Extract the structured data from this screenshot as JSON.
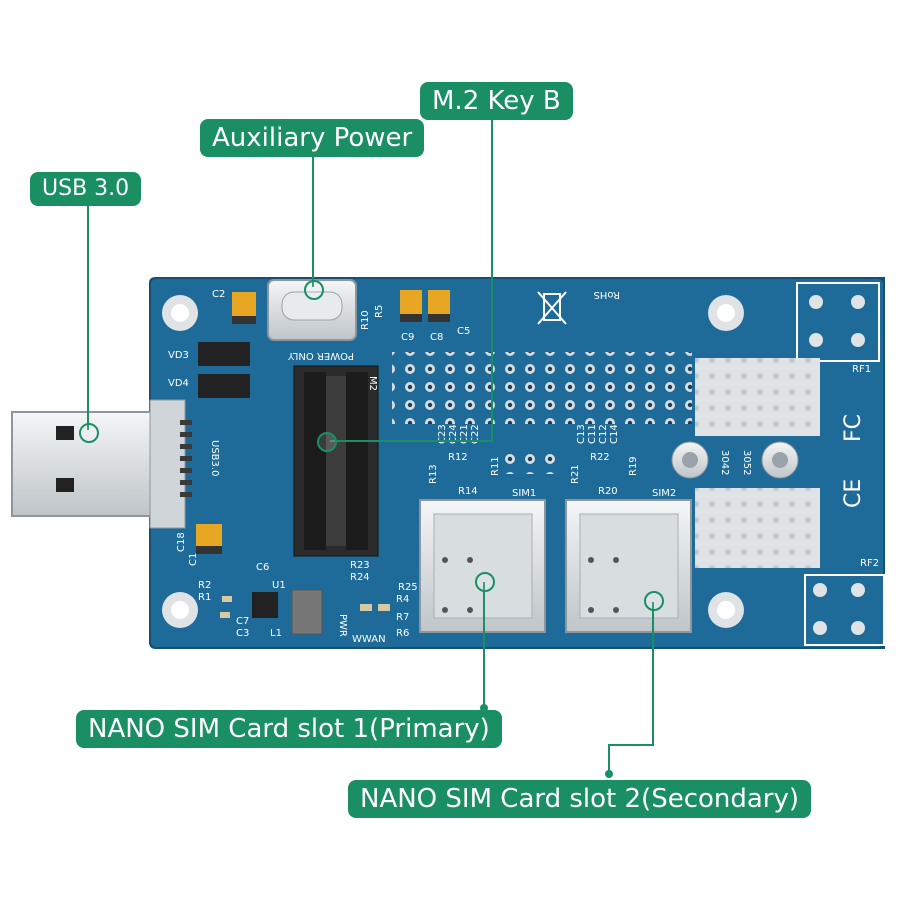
{
  "labels": {
    "usb": "USB 3.0",
    "aux_power": "Auxiliary Power",
    "m2": "M.2 Key B",
    "sim1": "NANO SIM Card slot 1(Primary)",
    "sim2": "NANO SIM Card slot 2(Secondary)"
  },
  "silkscreen": {
    "usb30": "USB3.0",
    "power_only": "POWER ONLY",
    "rohs": "RoHS",
    "rf1": "RF1",
    "rf2": "RF2",
    "sim1": "SIM1",
    "sim2": "SIM2",
    "pwr": "PWR",
    "wwan": "WWAN",
    "m2": "M2",
    "ant1": "3042",
    "ant2": "3052",
    "ce": "CE",
    "fc": "FC",
    "c2": "C2",
    "c9": "C9",
    "c8": "C8",
    "c5": "C5",
    "r10": "R10",
    "r5": "R5",
    "vd3": "VD3",
    "vd4": "VD4",
    "c18": "C18",
    "c1": "C1",
    "r2": "R2",
    "r1": "R1",
    "c6": "C6",
    "u1": "U1",
    "c7": "C7",
    "c3": "C3",
    "l1": "L1",
    "r23": "R23",
    "r24": "R24",
    "r25": "R25",
    "r4": "R4",
    "r7": "R7",
    "r6": "R6",
    "r12": "R12",
    "r13": "R13",
    "r14": "R14",
    "r11": "R11",
    "r22": "R22",
    "r21": "R21",
    "r20": "R20",
    "r19": "R19",
    "c23": "C23",
    "c24": "C24",
    "c21": "C21",
    "c22": "C22",
    "c13": "C13",
    "c11": "C11",
    "c12": "C12",
    "c14": "C14"
  },
  "colors": {
    "callout": "#1a8f63",
    "pcb": "#1e6a99",
    "silkscreen": "#ffffff"
  }
}
